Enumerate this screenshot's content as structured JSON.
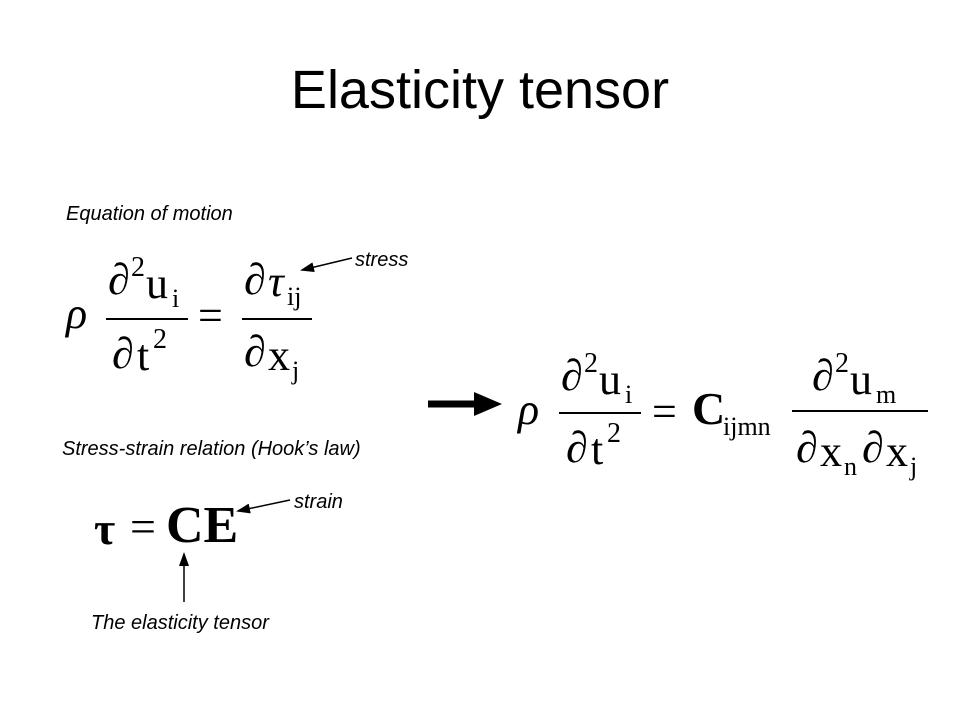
{
  "slide": {
    "title": "Elasticity tensor",
    "labels": {
      "equation_of_motion": "Equation of motion",
      "stress": "stress",
      "stress_strain_relation": "Stress-strain relation (Hook’s law)",
      "strain": "strain",
      "elasticity_tensor": "The elasticity tensor"
    }
  },
  "equations": {
    "motion": {
      "rho": "ρ",
      "num_partial": "∂",
      "num_power": "2",
      "num_var": "u",
      "num_sub": "i",
      "den_partial": "∂",
      "den_var": "t",
      "den_power": "2",
      "equals": "=",
      "rhs_num_partial": "∂",
      "rhs_num_var": "τ",
      "rhs_num_sub": "ij",
      "rhs_den_partial": "∂",
      "rhs_den_var": "x",
      "rhs_den_sub": "j"
    },
    "hooke": {
      "tau": "τ",
      "equals": "=",
      "rhs": "CE"
    },
    "combined": {
      "rho": "ρ",
      "num_partial": "∂",
      "num_power": "2",
      "num_var": "u",
      "num_sub": "i",
      "den_partial": "∂",
      "den_var": "t",
      "den_power": "2",
      "equals": "=",
      "tensor": "C",
      "tensor_sub": "ijmn",
      "rhs_num_partial": "∂",
      "rhs_num_power": "2",
      "rhs_num_var": "u",
      "rhs_num_sub": "m",
      "rhs_den_partial1": "∂",
      "rhs_den_var1": "x",
      "rhs_den_sub1": "n",
      "rhs_den_partial2": "∂",
      "rhs_den_var2": "x",
      "rhs_den_sub2": "j"
    }
  }
}
